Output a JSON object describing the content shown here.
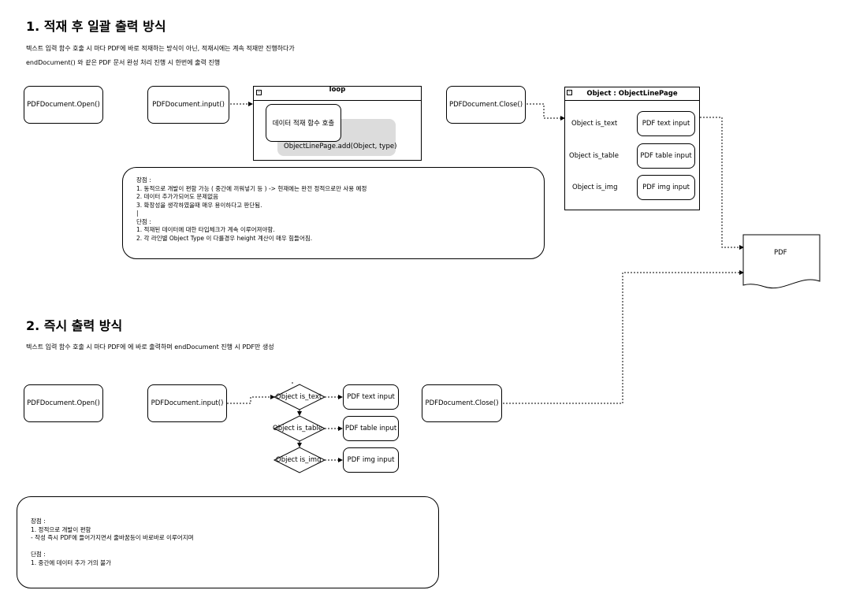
{
  "section1": {
    "title": "1. 적재 후 일괄 출력 방식",
    "desc_line1": "텍스트 입력 함수 호출 시 마다 PDF에 바로 적재하는 방식이 아닌, 적재시에는 계속 적재만 진행하다가",
    "desc_line2": "endDocument() 와 같은 PDF 문서 완성 처리 진행 시 한번에 출력 진행",
    "open": "PDFDocument.Open()",
    "input": "PDFDocument.input()",
    "loop_title": "loop",
    "loop_inner": "데이터 적재 함수 호출",
    "loop_add": "ObjectLinePage.add(Object, type)",
    "close": "PDFDocument.Close()",
    "object_frame_title": "Object : ObjectLinePage",
    "is_text": "Object is_text",
    "is_table": "Object is_table",
    "is_img": "Object is_img",
    "text_input": "PDF text input",
    "table_input": "PDF table input",
    "img_input": "PDF img input",
    "note": "장점 :\n1. 동적으로 개발이 편함 가능 ( 중간에 끼워넣기 등 ) -> 현재에는 완전 정적으로만 사용 예정\n2. 데이터 추가가되어도 문제없음\n3. 확장성을 생각하였을때 매우 용이하다고 판단됨.\n|\n단점 :\n1. 적재된 데이터에 대한 타입체크가 계속 이루어져야함.\n2. 각 라인별 Object Type 이 다를경우 height 계산이 매우 힘들어짐."
  },
  "pdf_doc": "PDF",
  "section2": {
    "title": "2. 즉시 출력 방식",
    "desc_line1": "텍스트 입력 함수 호출 시 마다 PDF에 에 바로 출력하며 endDocument 진행 시 PDF만 생성",
    "open": "PDFDocument.Open()",
    "input": "PDFDocument.input()",
    "close": "PDFDocument.Close()",
    "is_text": "Object is_text",
    "is_table": "Object is_table",
    "is_img": "Object is_img",
    "text_input": "PDF text input",
    "table_input": "PDF table input",
    "img_input": "PDF img input",
    "note": "장점 :\n1. 정적으로 개발이 편함\n- 작성 즉시 PDF에 들어가지면서 줄바꿈등이 바로바로 이루어지며\n\n단점 :\n1. 중간에 데이터 추가 거의 불가"
  }
}
